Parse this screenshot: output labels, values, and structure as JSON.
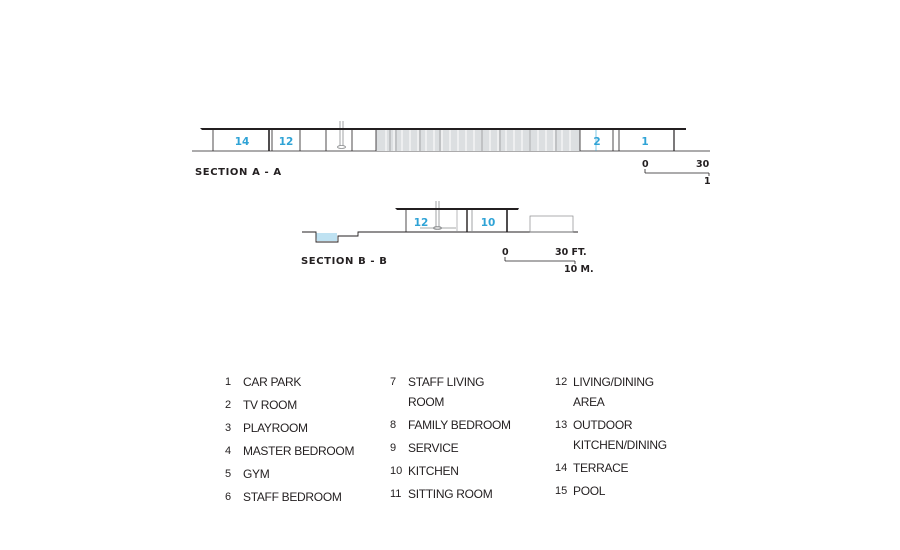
{
  "colors": {
    "room_label": "#2fa3d6",
    "line": "#231f20",
    "glazing_fill": "#dcdfe1",
    "pool_fill": "#bfe2f2",
    "roof": "#231f20"
  },
  "section_a": {
    "title": "SECTION A - A",
    "room_labels": [
      "14",
      "12",
      "2",
      "1"
    ],
    "scale": {
      "start": "0",
      "end_ft": "30",
      "end_m": "1"
    }
  },
  "section_b": {
    "title": "SECTION B - B",
    "room_labels": [
      "12",
      "10"
    ],
    "scale": {
      "start": "0",
      "end_ft": "30 FT.",
      "end_m": "10 M."
    }
  },
  "legend": {
    "columns": [
      [
        {
          "num": "1",
          "label": "CAR PARK"
        },
        {
          "num": "2",
          "label": "TV ROOM"
        },
        {
          "num": "3",
          "label": "PLAYROOM"
        },
        {
          "num": "4",
          "label": "MASTER BEDROOM"
        },
        {
          "num": "5",
          "label": "GYM"
        },
        {
          "num": "6",
          "label": "STAFF BEDROOM"
        }
      ],
      [
        {
          "num": "7",
          "label": "STAFF LIVING ROOM"
        },
        {
          "num": "8",
          "label": "FAMILY BEDROOM"
        },
        {
          "num": "9",
          "label": "SERVICE"
        },
        {
          "num": "10",
          "label": "KITCHEN"
        },
        {
          "num": "11",
          "label": "SITTING ROOM"
        }
      ],
      [
        {
          "num": "12",
          "label": "LIVING/DINING AREA"
        },
        {
          "num": "13",
          "label": "OUTDOOR KITCHEN/DINING"
        },
        {
          "num": "14",
          "label": "TERRACE"
        },
        {
          "num": "15",
          "label": "POOL"
        }
      ]
    ]
  }
}
